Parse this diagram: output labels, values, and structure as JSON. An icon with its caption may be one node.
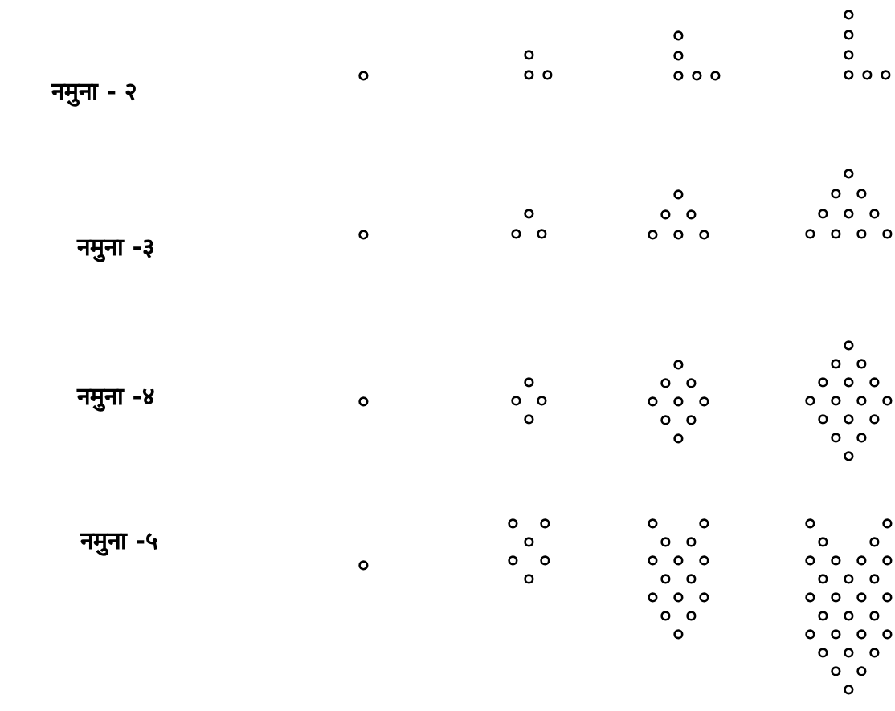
{
  "diagram": {
    "labels": [
      "नमुना - २",
      "नमुना -३",
      "नमुना -४",
      "नमुना -५"
    ]
  }
}
